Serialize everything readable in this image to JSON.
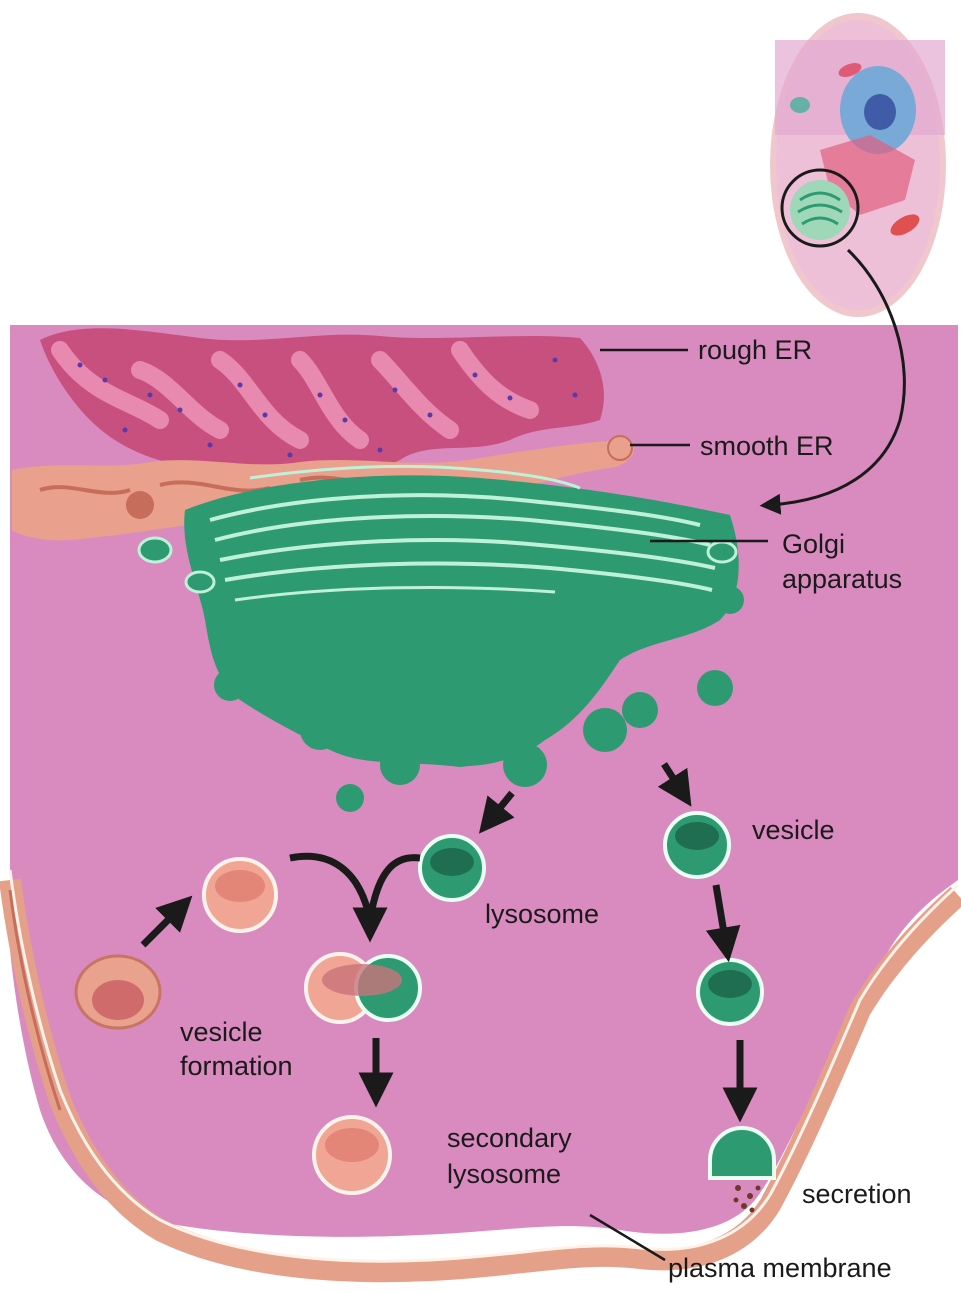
{
  "labels": {
    "rough_er": "rough ER",
    "smooth_er": "smooth ER",
    "golgi_line1": "Golgi",
    "golgi_line2": "apparatus",
    "vesicle": "vesicle",
    "lysosome": "lysosome",
    "vesicle_formation_line1": "vesicle",
    "vesicle_formation_line2": "formation",
    "secondary_lysosome_line1": "secondary",
    "secondary_lysosome_line2": "lysosome",
    "secretion": "secretion",
    "plasma_membrane": "plasma membrane"
  },
  "colors": {
    "cytoplasm": "#d98bbf",
    "membrane": "#e8a28e",
    "rough_er": "#c8507e",
    "golgi": "#2e9a72",
    "vesicle_pink": "#f0a595",
    "arrow": "#1a1a1a"
  }
}
